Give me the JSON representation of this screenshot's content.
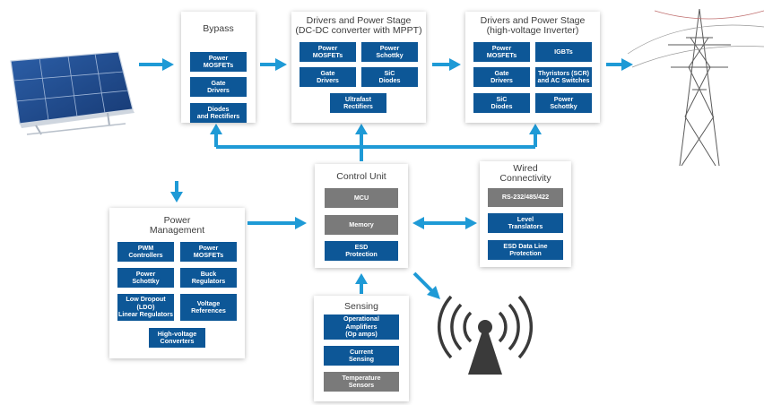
{
  "bypass": {
    "title": "Bypass",
    "items": [
      "Power\nMOSFETs",
      "Gate\nDrivers",
      "Diodes\nand Rectifiers"
    ]
  },
  "dcdc": {
    "title": "Drivers and Power Stage\n(DC-DC converter with MPPT)",
    "items": [
      "Power\nMOSFETs",
      "Power\nSchottky",
      "Gate\nDrivers",
      "SiC\nDiodes",
      "Ultrafast\nRectifiers"
    ]
  },
  "inverter": {
    "title": "Drivers and Power Stage\n(high-voltage Inverter)",
    "items": [
      "Power\nMOSFETs",
      "IGBTs",
      "Gate\nDrivers",
      "Thyristors (SCR)\nand AC Switches",
      "SiC\nDiodes",
      "Power\nSchottky"
    ]
  },
  "control": {
    "title": "Control Unit",
    "items": [
      "MCU",
      "Memory",
      "ESD\nProtection"
    ]
  },
  "wired": {
    "title": "Wired\nConnectivity",
    "items": [
      "RS-232/485/422",
      "Level\nTranslators",
      "ESD Data Line\nProtection"
    ]
  },
  "power_mgmt": {
    "title": "Power\nManagement",
    "items": [
      "PWM\nControllers",
      "Power\nMOSFETs",
      "Power\nSchottky",
      "Buck\nRegulators",
      "Low Dropout\n(LDO)\nLinear Regulators",
      "Voltage\nReferences",
      "High-voltage\nConverters"
    ]
  },
  "sensing": {
    "title": "Sensing",
    "items": [
      "Operational\nAmplifiers\n(Op amps)",
      "Current\nSensing",
      "Temperature\nSensors"
    ]
  },
  "colors": {
    "chip_blue": "#0d5797",
    "chip_gray": "#7a7a7a",
    "arrow": "#1e9ad6",
    "title_text": "#3d3d3d"
  },
  "icons": [
    "solar-panel-icon",
    "transmission-tower-icon",
    "wireless-antenna-icon"
  ]
}
